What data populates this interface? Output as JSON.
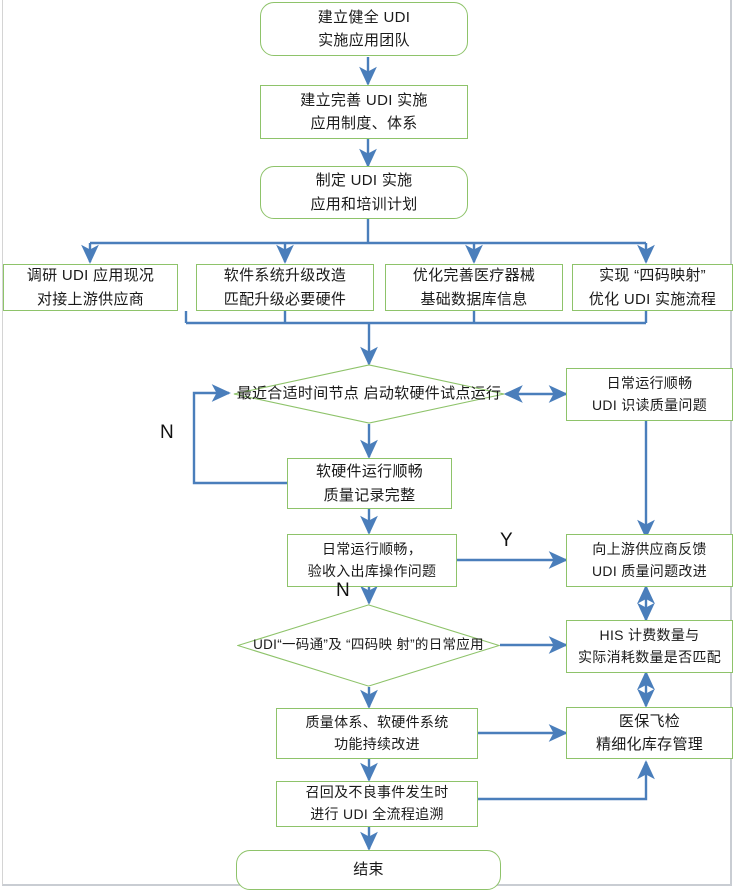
{
  "diagram": {
    "title": "UDI 实施应用流程图",
    "type": "flowchart",
    "colors": {
      "node_border": "#8ec36a",
      "node_fill": "#ffffff",
      "connector": "#4a7ebb",
      "text": "#1a1a1a",
      "canvas_border": "#c9cdd3"
    },
    "nodes": [
      {
        "id": "n1",
        "shape": "rounded-rect",
        "lines": [
          "建立健全 UDI",
          "实施应用团队"
        ]
      },
      {
        "id": "n2",
        "shape": "rect",
        "lines": [
          "建立完善 UDI 实施",
          "应用制度、体系"
        ]
      },
      {
        "id": "n3",
        "shape": "rounded-rect",
        "lines": [
          "制定 UDI 实施",
          "应用和培训计划"
        ]
      },
      {
        "id": "n4",
        "shape": "rect",
        "lines": [
          "调研 UDI 应用现况",
          "对接上游供应商"
        ]
      },
      {
        "id": "n5",
        "shape": "rect",
        "lines": [
          "软件系统升级改造",
          "匹配升级必要硬件"
        ]
      },
      {
        "id": "n6",
        "shape": "rect",
        "lines": [
          "优化完善医疗器械",
          "基础数据库信息"
        ]
      },
      {
        "id": "n7",
        "shape": "rect",
        "lines": [
          "实现 “四码映射”",
          "优化 UDI 实施流程"
        ]
      },
      {
        "id": "n8",
        "shape": "diamond",
        "lines": [
          "最近合适时间节点",
          "启动软硬件试点运行"
        ]
      },
      {
        "id": "n9",
        "shape": "rect",
        "lines": [
          "日常运行顺畅",
          "UDI 识读质量问题"
        ]
      },
      {
        "id": "n10",
        "shape": "rect",
        "lines": [
          "软硬件运行顺畅",
          "质量记录完整"
        ]
      },
      {
        "id": "n11",
        "shape": "rect",
        "lines": [
          "日常运行顺畅，",
          "验收入出库操作问题"
        ]
      },
      {
        "id": "n12",
        "shape": "rect",
        "lines": [
          "向上游供应商反馈",
          "UDI 质量问题改进"
        ]
      },
      {
        "id": "n13",
        "shape": "diamond",
        "lines": [
          "UDI“一码通”及 “四码映",
          "射”的日常应用"
        ]
      },
      {
        "id": "n14",
        "shape": "rect",
        "lines": [
          "HIS 计费数量与",
          "实际消耗数量是否匹配"
        ]
      },
      {
        "id": "n15",
        "shape": "rect",
        "lines": [
          "质量体系、软硬件系统",
          "功能持续改进"
        ]
      },
      {
        "id": "n16",
        "shape": "rect",
        "lines": [
          "医保飞检",
          "精细化库存管理"
        ]
      },
      {
        "id": "n17",
        "shape": "rect",
        "lines": [
          "召回及不良事件发生时",
          "进行 UDI 全流程追溯"
        ]
      },
      {
        "id": "n18",
        "shape": "rounded-rect",
        "lines": [
          "结束"
        ]
      }
    ],
    "edge_labels": [
      {
        "id": "lbl_n_left",
        "text": "N"
      },
      {
        "id": "lbl_y",
        "text": "Y"
      },
      {
        "id": "lbl_n_down",
        "text": "N"
      }
    ]
  }
}
